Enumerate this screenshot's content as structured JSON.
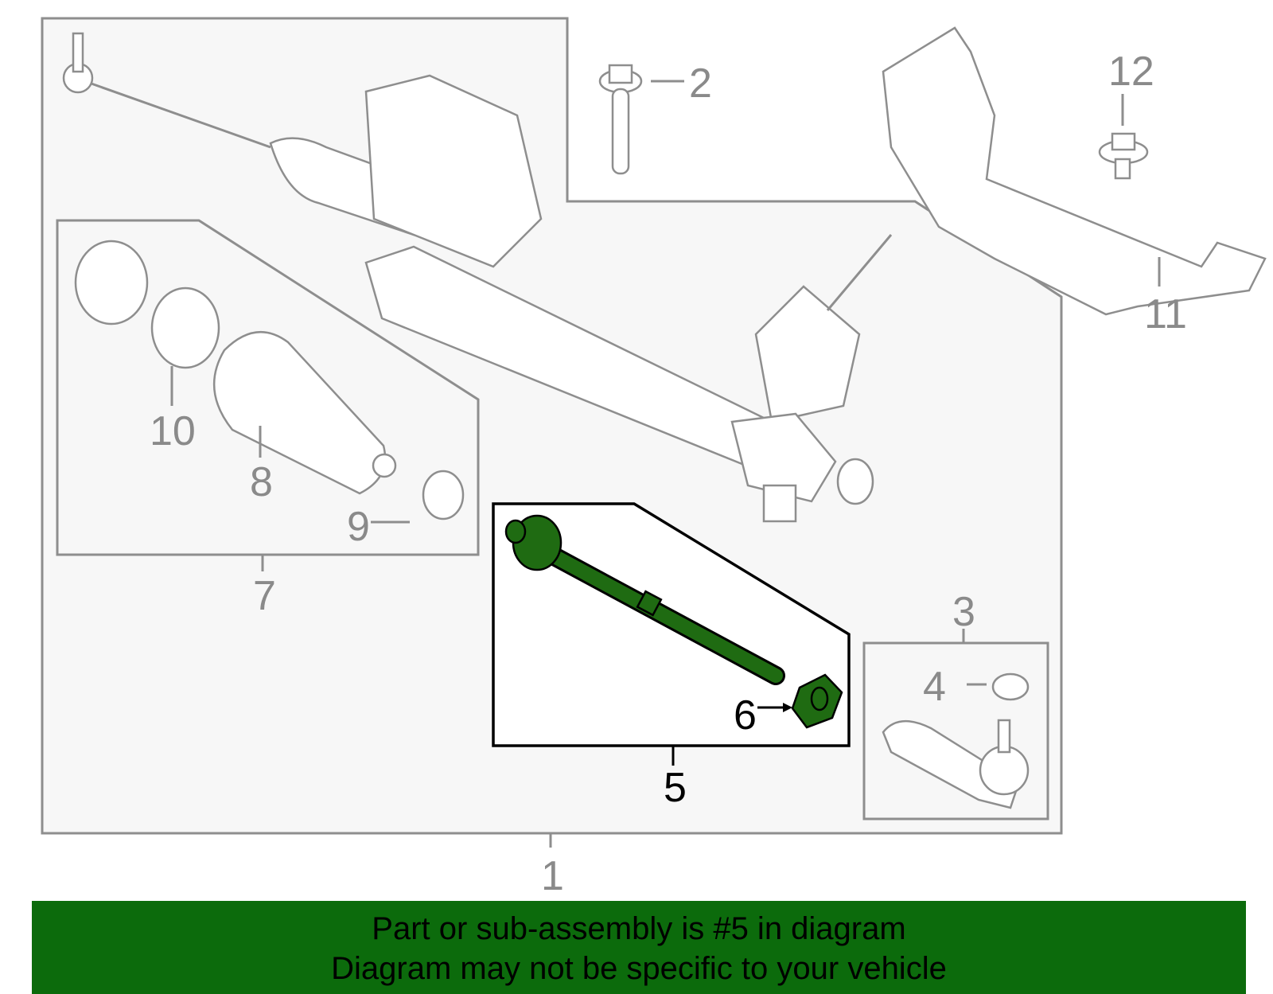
{
  "callouts": {
    "c1": "1",
    "c2": "2",
    "c3": "3",
    "c4": "4",
    "c5": "5",
    "c6": "6",
    "c7": "7",
    "c8": "8",
    "c9": "9",
    "c10": "10",
    "c11": "11",
    "c12": "12"
  },
  "highlighted_part": "5",
  "colors": {
    "highlight": "#1f6b12",
    "banner": "#0c6b0c",
    "outline": "#8e8e8e"
  },
  "banner": {
    "line1": "Part or sub-assembly is #5 in diagram",
    "line2": "Diagram may not be specific to your vehicle"
  }
}
